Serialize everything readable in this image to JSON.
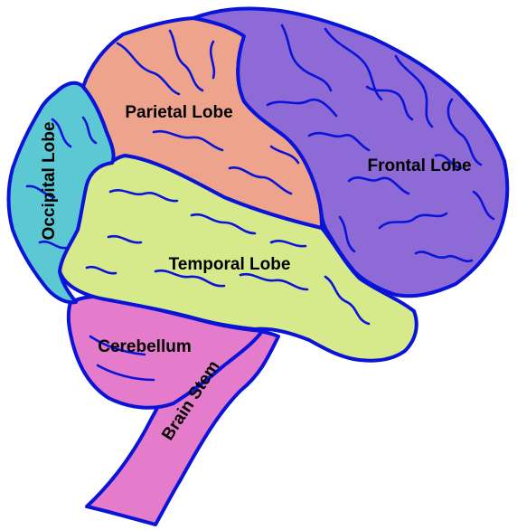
{
  "diagram": {
    "regions": [
      {
        "id": "frontal",
        "label": "Frontal Lobe",
        "color": "#8d6ad6"
      },
      {
        "id": "parietal",
        "label": "Parietal Lobe",
        "color": "#eea38d"
      },
      {
        "id": "occipital",
        "label": "Occipital Lobe",
        "color": "#5cc8d4"
      },
      {
        "id": "temporal",
        "label": "Temporal Lobe",
        "color": "#d6ea8c"
      },
      {
        "id": "cerebellum",
        "label": "Cerebellum",
        "color": "#e57bcb"
      },
      {
        "id": "brainstem",
        "label": "Brain Stem",
        "color": "#e57bcb"
      }
    ],
    "outline_color": "#0a14d8"
  }
}
